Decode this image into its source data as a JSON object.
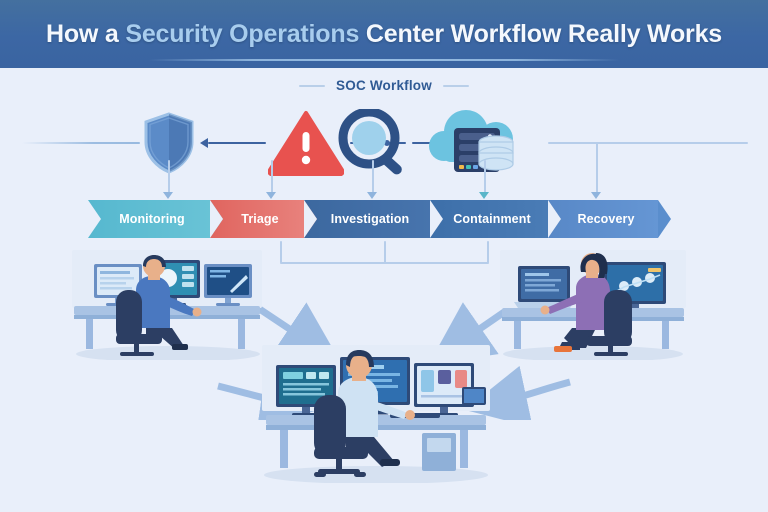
{
  "header": {
    "title_part1": "How a ",
    "title_part2": "Security Operations",
    "title_part3": " Center Workflow Really Works",
    "band_color": "#3c67a4",
    "accent_color": "#a8cdee"
  },
  "subtitle": {
    "label": "SOC Workflow",
    "color": "#2f5a94"
  },
  "background_color": "#e9effa",
  "icons": [
    {
      "name": "shield-icon",
      "label": "Shield",
      "color": "#4f7fbe"
    },
    {
      "name": "alert-triangle-icon",
      "label": "Alert",
      "color": "#e8524f"
    },
    {
      "name": "magnifier-icon",
      "label": "Magnifier",
      "color": "#2e5186"
    },
    {
      "name": "cloud-server-icon",
      "label": "Cloud Server",
      "color": "#6cc3e0"
    }
  ],
  "workflow": {
    "stages": [
      {
        "label": "Monitoring",
        "color": "#5cbcd0",
        "color2": "#58b3cb",
        "width": 122
      },
      {
        "label": "Triage",
        "color": "#e4706b",
        "color2": "#e4706b",
        "width": 94
      },
      {
        "label": "Investigation",
        "color": "#3f6ca5",
        "color2": "#3f6ca5",
        "width": 126
      },
      {
        "label": "Containment",
        "color": "#3f73ae",
        "color2": "#3f73ae",
        "width": 118
      },
      {
        "label": "Recovery",
        "color": "#5a8ecd",
        "color2": "#5a8ecd",
        "width": 110
      }
    ]
  },
  "scenes": [
    {
      "name": "analyst-workstation-left",
      "role": "Security Analyst",
      "monitors": 3,
      "shirt_color": "#4a78c0",
      "hair_color": "#263a5e"
    },
    {
      "name": "analyst-workstation-right",
      "role": "Security Analyst",
      "monitors": 2,
      "shirt_color": "#8d6fb5",
      "hair_color": "#1f2f4d"
    },
    {
      "name": "analyst-workstation-center",
      "role": "Security Analyst",
      "monitors": 3,
      "shirt_color": "#cfe2f3",
      "hair_color": "#263a5e"
    }
  ],
  "connectors": {
    "arrow_color": "#3d63a0",
    "line_color": "#8fb4dd",
    "pale_line_color": "#b6cdea",
    "diagonal_arrow_color": "#9fbde3"
  }
}
